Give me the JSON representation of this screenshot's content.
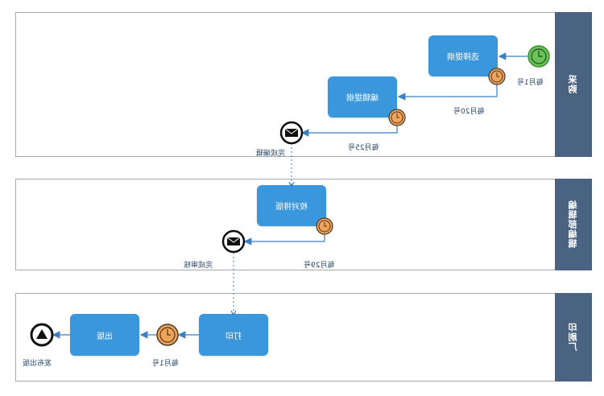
{
  "lanes": [
    {
      "header": "采购"
    },
    {
      "header": "编辑部编辑"
    },
    {
      "header": "印刷厂"
    }
  ],
  "tasks": {
    "select_outline": "选择提纲",
    "write_manuscript": "编辑提纲",
    "proofread": "校对排版",
    "print": "打印",
    "publish": "出版"
  },
  "labels": {
    "monthly_1_top": "每月1号",
    "monthly_20": "每月20号",
    "monthly_25": "每月25号",
    "finish_writing": "完成编辑",
    "monthly_29": "每月29号",
    "finish_proof": "完成审核",
    "monthly_1_bottom": "每月1号",
    "publish_done": "发布出版"
  },
  "colors": {
    "lane_header": "#4a6382",
    "task": "#3b97dc",
    "start_event": "#6ac259",
    "timer_event": "#f0a35b",
    "flow_line": "#3b7fc4"
  }
}
